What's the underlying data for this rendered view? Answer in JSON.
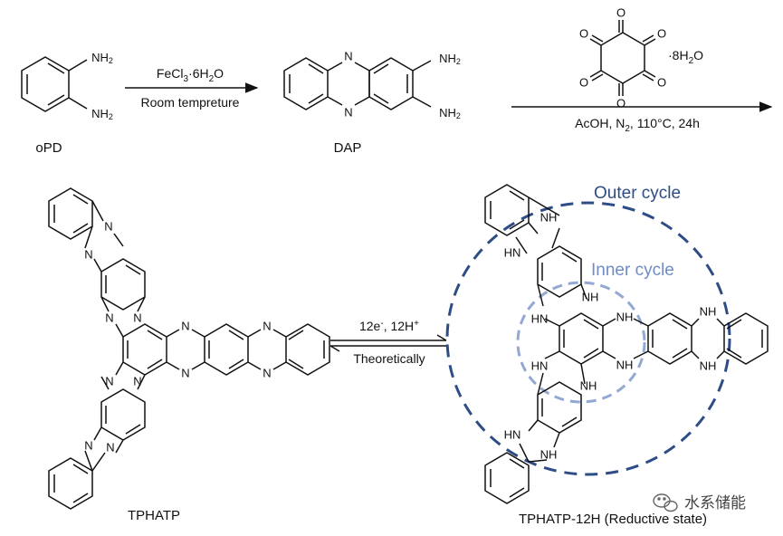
{
  "step1": {
    "reagent_main": "FeCl",
    "reagent_sub": "3",
    "reagent_mid": "·6H",
    "reagent_sub2": "2",
    "reagent_end": "O",
    "condition": "Room tempreture"
  },
  "step2": {
    "hydrate": "·8H",
    "hydrate_sub": "2",
    "hydrate_end": "O",
    "cond_a": "AcOH, N",
    "cond_sub": "2",
    "cond_b": ", 110°C, 24h"
  },
  "step3": {
    "reagent_a": "12e",
    "reagent_sup1": "-",
    "reagent_b": ", 12H",
    "reagent_sup2": "+",
    "condition": "Theoretically"
  },
  "labels": {
    "opd": "oPD",
    "dap": "DAP",
    "tphatp": "TPHATP",
    "tphatp12h": "TPHATP-12H (Reductive state)"
  },
  "annotations": {
    "outer": "Outer cycle",
    "inner": "Inner cycle"
  },
  "watermark": "水系储能",
  "atoms": {
    "nh2": "NH",
    "nh2_sub": "2",
    "n": "N",
    "nh": "NH",
    "hn": "HN",
    "o": "O",
    "h": "H"
  },
  "colors": {
    "outer_cycle": "#2e4d86",
    "inner_cycle": "#93a9d4",
    "bond": "#111111"
  }
}
